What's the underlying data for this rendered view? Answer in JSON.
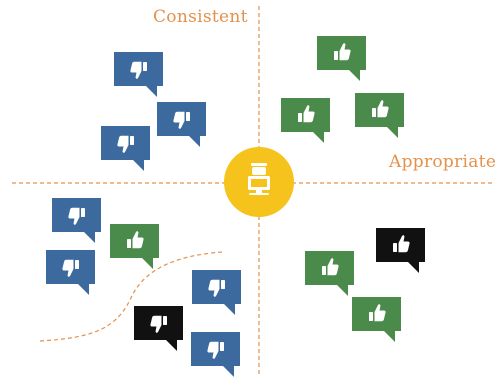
{
  "axes": {
    "vertical_label": "Consistent",
    "horizontal_label": "Appropriate"
  },
  "colors": {
    "axis_line": "#e4914a",
    "axis_text": "#e4914a",
    "curve": "#e4914a",
    "thumbs_down_bubble": "#3d6a9e",
    "thumbs_up_bubble": "#4a8a4a",
    "black_bubble": "#111111",
    "center_circle": "#f5c31b",
    "icon": "#ffffff"
  },
  "center_icon": "computer-user-icon",
  "quadrants": {
    "top_left": [
      "thumbs-down",
      "thumbs-down",
      "thumbs-down"
    ],
    "top_right": [
      "thumbs-up",
      "thumbs-up",
      "thumbs-up"
    ],
    "bottom_left_outside_curve": [
      "thumbs-down",
      "thumbs-up",
      "thumbs-down"
    ],
    "bottom_left_inside_curve": [
      "thumbs-down",
      "thumbs-down",
      "thumbs-down"
    ],
    "bottom_right": [
      "thumbs-up",
      "thumbs-up",
      "thumbs-up"
    ]
  }
}
